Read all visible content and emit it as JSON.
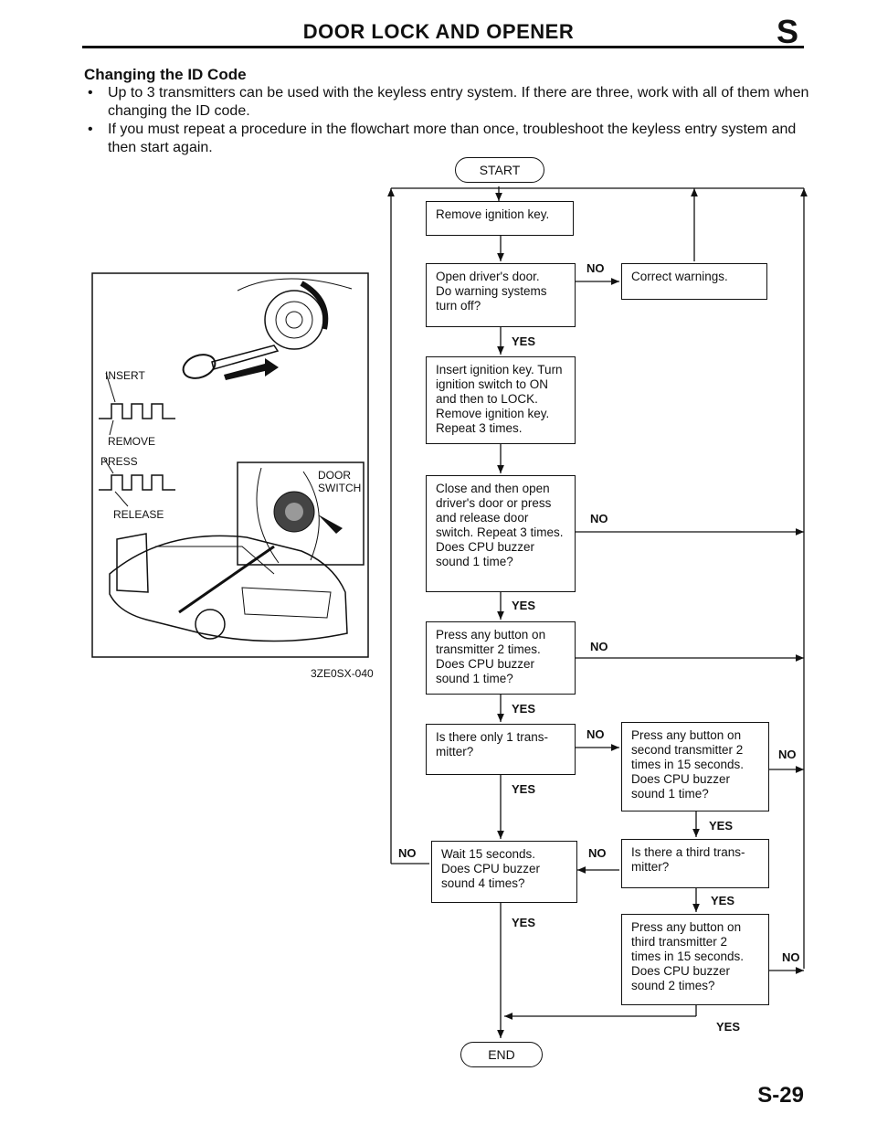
{
  "header": {
    "title": "DOOR LOCK AND OPENER",
    "section_letter": "S"
  },
  "section": {
    "title": "Changing the ID Code",
    "bullets": [
      "Up to 3 transmitters can be used with the keyless entry system. If there are three, work with all of them when changing the ID code.",
      "If you must repeat a procedure in the flowchart more than once, troubleshoot the keyless entry system and then start again."
    ]
  },
  "figure": {
    "labels": {
      "insert": "INSERT",
      "remove": "REMOVE",
      "press": "PRESS",
      "release": "RELEASE",
      "door_switch": "DOOR\nSWITCH",
      "code": "3ZE0SX-040"
    }
  },
  "flow": {
    "start": "START",
    "end": "END",
    "steps": {
      "remove_key": "Remove ignition key.",
      "open_door": "Open driver's door.\nDo warning systems turn off?",
      "correct": "Correct warnings.",
      "insert_key": "Insert ignition key. Turn ignition switch to ON and then to LOCK. Remove ignition key. Repeat 3 times.",
      "close_open": "Close and then open driver's door or press and release door switch. Repeat 3 times.\nDoes CPU buzzer sound 1 time?",
      "press_tx": "Press any button on transmitter 2 times.\nDoes CPU buzzer sound 1 time?",
      "only_one": "Is there only 1 trans-mitter?",
      "second_tx": "Press any button on second transmitter 2 times in 15 seconds.\nDoes CPU buzzer sound 1 time?",
      "wait15": "Wait 15 seconds.\nDoes CPU buzzer sound 4 times?",
      "third_q": "Is there a third trans-mitter?",
      "third_tx": "Press any button on third transmitter 2 times in 15 seconds.\nDoes CPU buzzer sound 2 times?"
    },
    "yes": "YES",
    "no": "NO"
  },
  "page_number": "S-29"
}
